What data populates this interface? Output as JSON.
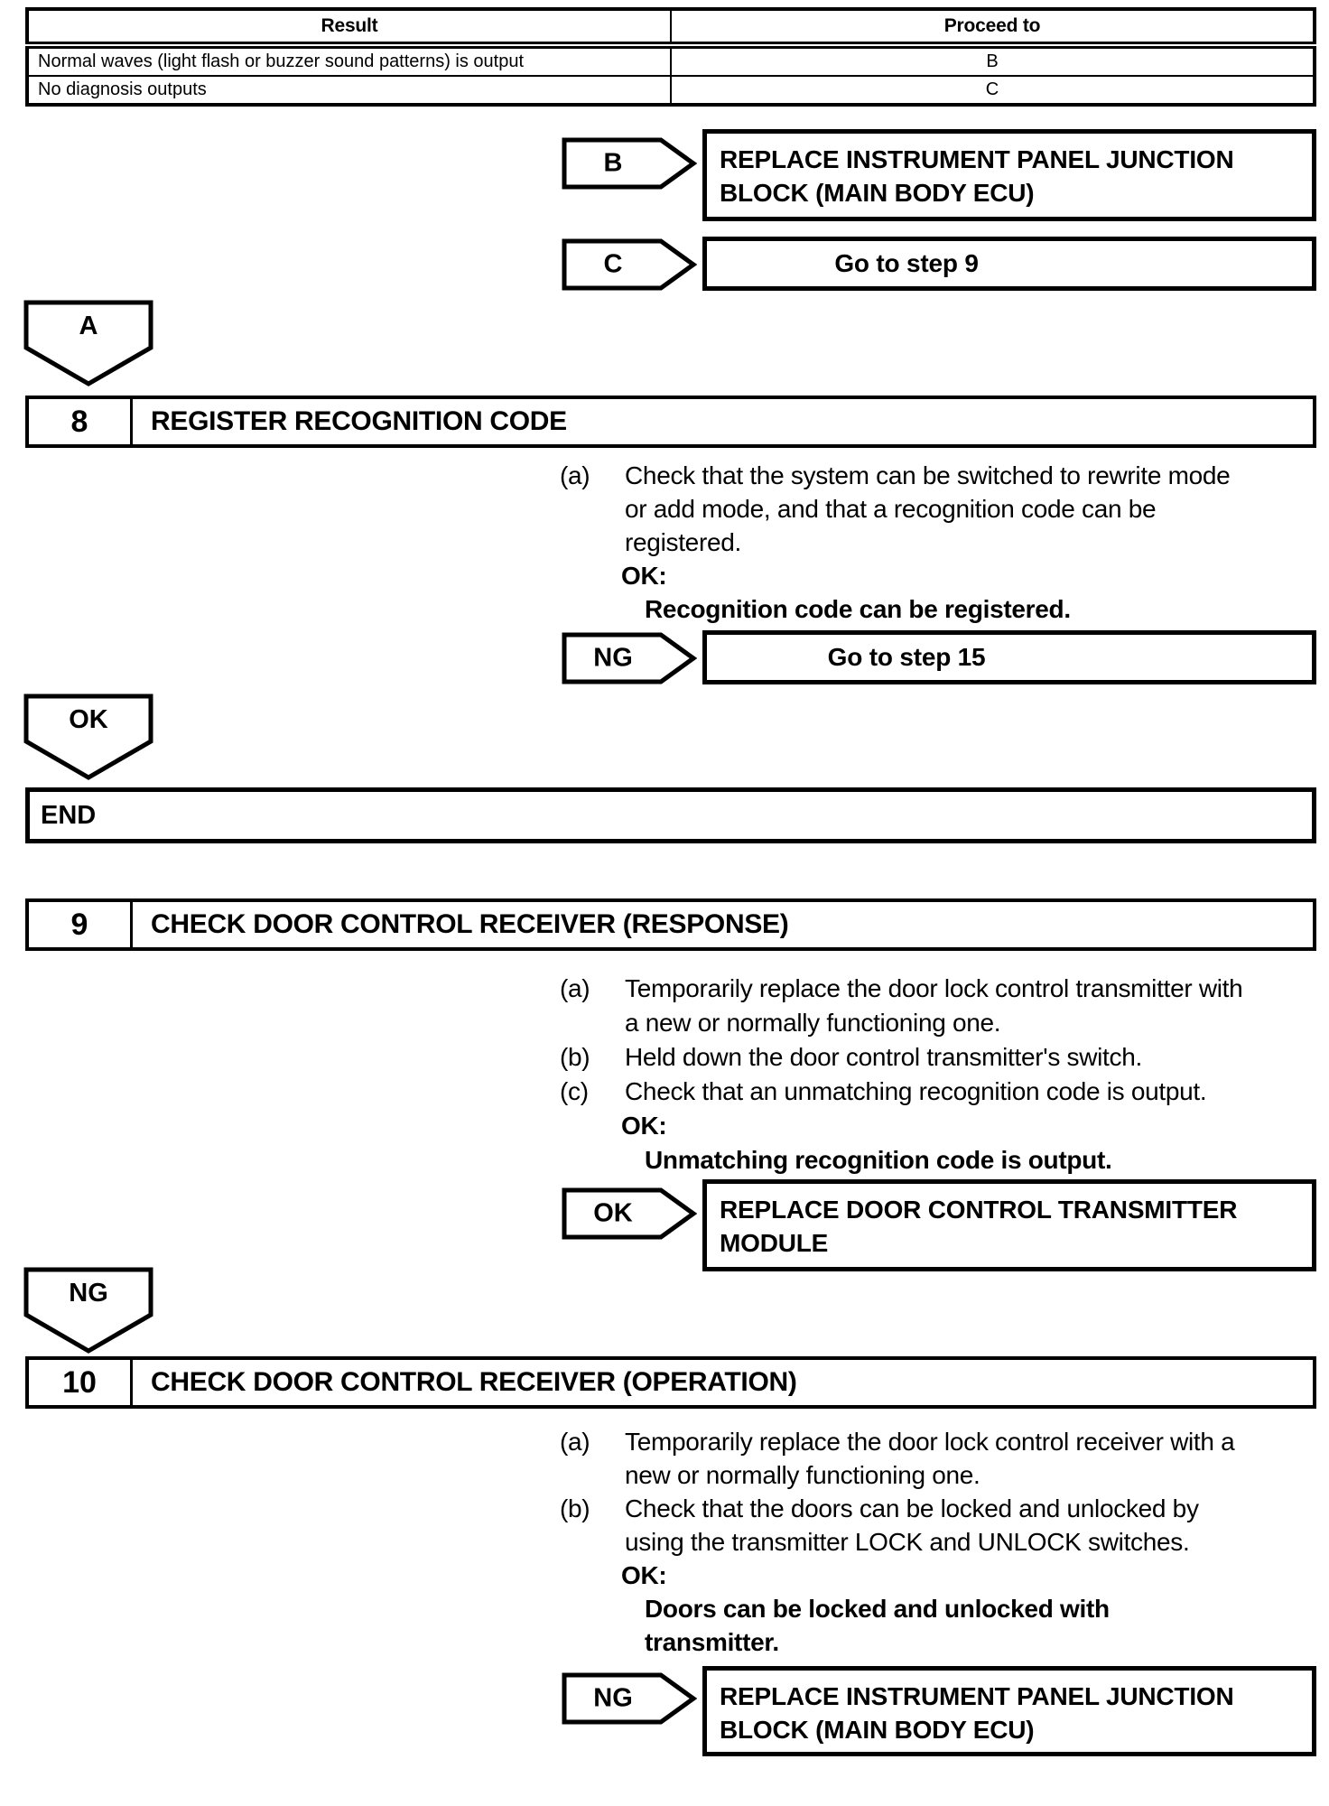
{
  "result_table": {
    "headers": [
      "Result",
      "Proceed to"
    ],
    "rows": [
      {
        "result": "Normal waves (light flash or buzzer sound patterns) is output",
        "proceed_to": "B"
      },
      {
        "result": "No diagnosis outputs",
        "proceed_to": "C"
      }
    ]
  },
  "branch_b": {
    "label": "B",
    "action": [
      "REPLACE INSTRUMENT PANEL JUNCTION",
      "BLOCK (MAIN BODY ECU)"
    ]
  },
  "branch_c": {
    "label": "C",
    "action": "Go to step 9"
  },
  "connector_a": {
    "label": "A"
  },
  "step8": {
    "number": "8",
    "title": "REGISTER RECOGNITION CODE",
    "items": [
      {
        "tag": "(a)",
        "text": [
          "Check that the system can be switched to rewrite mode",
          "or add mode, and that a recognition code can be",
          "registered."
        ]
      }
    ],
    "ok_label": "OK:",
    "ok_condition": "Recognition code can be registered.",
    "branch": {
      "label": "NG",
      "action": "Go to step 15"
    }
  },
  "connector_ok": {
    "label": "OK"
  },
  "end_box": {
    "label": "END"
  },
  "step9": {
    "number": "9",
    "title": "CHECK DOOR CONTROL RECEIVER (RESPONSE)",
    "items": [
      {
        "tag": "(a)",
        "text": [
          "Temporarily replace the door lock control transmitter with",
          "a new or normally functioning one."
        ]
      },
      {
        "tag": "(b)",
        "text": "Held down the door control transmitter's switch."
      },
      {
        "tag": "(c)",
        "text": "Check that an unmatching recognition code is output."
      }
    ],
    "ok_label": "OK:",
    "ok_condition": "Unmatching recognition code is output.",
    "branch": {
      "label": "OK",
      "action": [
        "REPLACE DOOR CONTROL TRANSMITTER",
        "MODULE"
      ]
    }
  },
  "connector_ng": {
    "label": "NG"
  },
  "step10": {
    "number": "10",
    "title": "CHECK DOOR CONTROL RECEIVER (OPERATION)",
    "items": [
      {
        "tag": "(a)",
        "text": [
          "Temporarily replace the door lock control receiver with a",
          "new or normally functioning one."
        ]
      },
      {
        "tag": "(b)",
        "text": [
          "Check that the doors can be locked and unlocked by",
          "using the transmitter LOCK and UNLOCK switches."
        ]
      }
    ],
    "ok_label": "OK:",
    "ok_condition": [
      "Doors can be locked and unlocked with",
      "transmitter."
    ],
    "branch": {
      "label": "NG",
      "action": [
        "REPLACE INSTRUMENT PANEL JUNCTION",
        "BLOCK (MAIN BODY ECU)"
      ]
    }
  }
}
